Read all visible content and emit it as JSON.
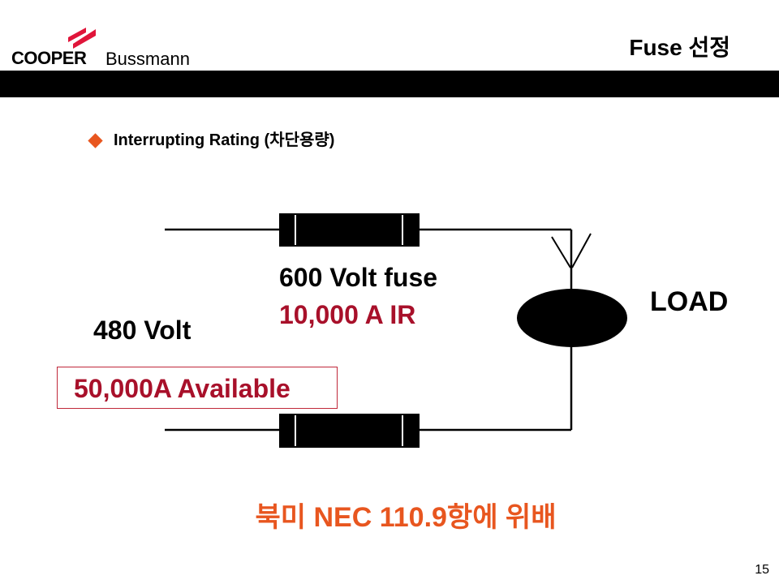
{
  "header": {
    "logo": {
      "brand_primary": "COOPER",
      "brand_secondary": "Bussmann",
      "accent_color": "#e0153a"
    },
    "title": "Fuse 선정",
    "bar_color": "#000000"
  },
  "bullet": {
    "icon": "diamond-bullet-icon",
    "color": "#e8561f",
    "text": "Interrupting Rating (차단용량)"
  },
  "diagram": {
    "fuse_label": "600 Volt fuse",
    "fuse_ir": "10,000 A IR",
    "voltage": "480 Volt",
    "available": "50,000A Available",
    "load_label": "LOAD",
    "highlight_color": "#a8102a"
  },
  "footer": {
    "violation": "북미 NEC 110.9항에 위배",
    "violation_color": "#e8561f",
    "page_number": "15"
  }
}
